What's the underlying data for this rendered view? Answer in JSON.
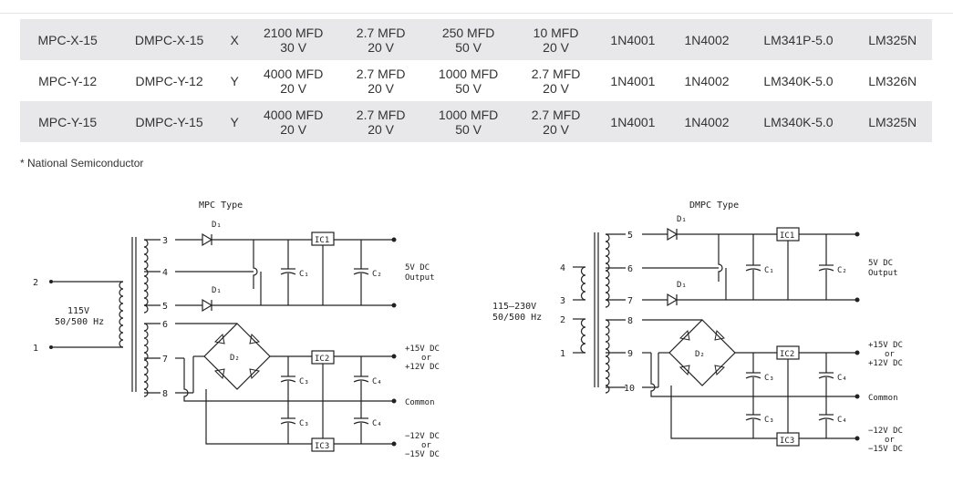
{
  "table": {
    "rows": [
      [
        "MPC-X-15",
        "DMPC-X-15",
        "X",
        "2100 MFD|30 V",
        "2.7 MFD|20 V",
        "250 MFD|50 V",
        "10 MFD|20 V",
        "1N4001",
        "1N4002",
        "LM341P-5.0",
        "LM325N"
      ],
      [
        "MPC-Y-12",
        "DMPC-Y-12",
        "Y",
        "4000 MFD|20 V",
        "2.7 MFD|20 V",
        "1000 MFD|50 V",
        "2.7 MFD|20 V",
        "1N4001",
        "1N4002",
        "LM340K-5.0",
        "LM326N"
      ],
      [
        "MPC-Y-15",
        "DMPC-Y-15",
        "Y",
        "4000 MFD|20 V",
        "2.7 MFD|20 V",
        "1000 MFD|50 V",
        "2.7 MFD|20 V",
        "1N4001",
        "1N4002",
        "LM340K-5.0",
        "LM325N"
      ]
    ]
  },
  "footnote": "* National Semiconductor",
  "mpc": {
    "title": "MPC Type",
    "input_voltage": "115V",
    "input_freq": "50/500 Hz",
    "pins_left": [
      "2",
      "1"
    ],
    "pins_sec": [
      "3",
      "4",
      "5",
      "6",
      "7",
      "8"
    ],
    "d1a": "D₁",
    "d1b": "D₁",
    "d2": "D₂",
    "c1": "C₁",
    "c2": "C₂",
    "c3a": "C₃",
    "c3b": "C₃",
    "c4a": "C₄",
    "c4b": "C₄",
    "ic1": "IC1",
    "ic2": "IC2",
    "ic3": "IC3",
    "out5a": "5V DC",
    "out5b": "Output",
    "outpa": "+15V DC",
    "outpb": "or",
    "outpc": "+12V DC",
    "common": "Common",
    "outna": "−12V DC",
    "outnb": "or",
    "outnc": "−15V DC"
  },
  "dmpc": {
    "title": "DMPC Type",
    "input_voltage": "115–230V",
    "input_freq": "50/500 Hz",
    "pins_left": [
      "4",
      "3",
      "2",
      "1"
    ],
    "pins_sec": [
      "5",
      "6",
      "7",
      "8",
      "9",
      "10"
    ],
    "d1a": "D₁",
    "d1b": "D₁",
    "d2": "D₂",
    "c1": "C₁",
    "c2": "C₂",
    "c3a": "C₃",
    "c3b": "C₃",
    "c4a": "C₄",
    "c4b": "C₄",
    "ic1": "IC1",
    "ic2": "IC2",
    "ic3": "IC3",
    "out5a": "5V DC",
    "out5b": "Output",
    "outpa": "+15V DC",
    "outpb": "or",
    "outpc": "+12V DC",
    "common": "Common",
    "outna": "−12V DC",
    "outnb": "or",
    "outnc": "−15V DC"
  }
}
